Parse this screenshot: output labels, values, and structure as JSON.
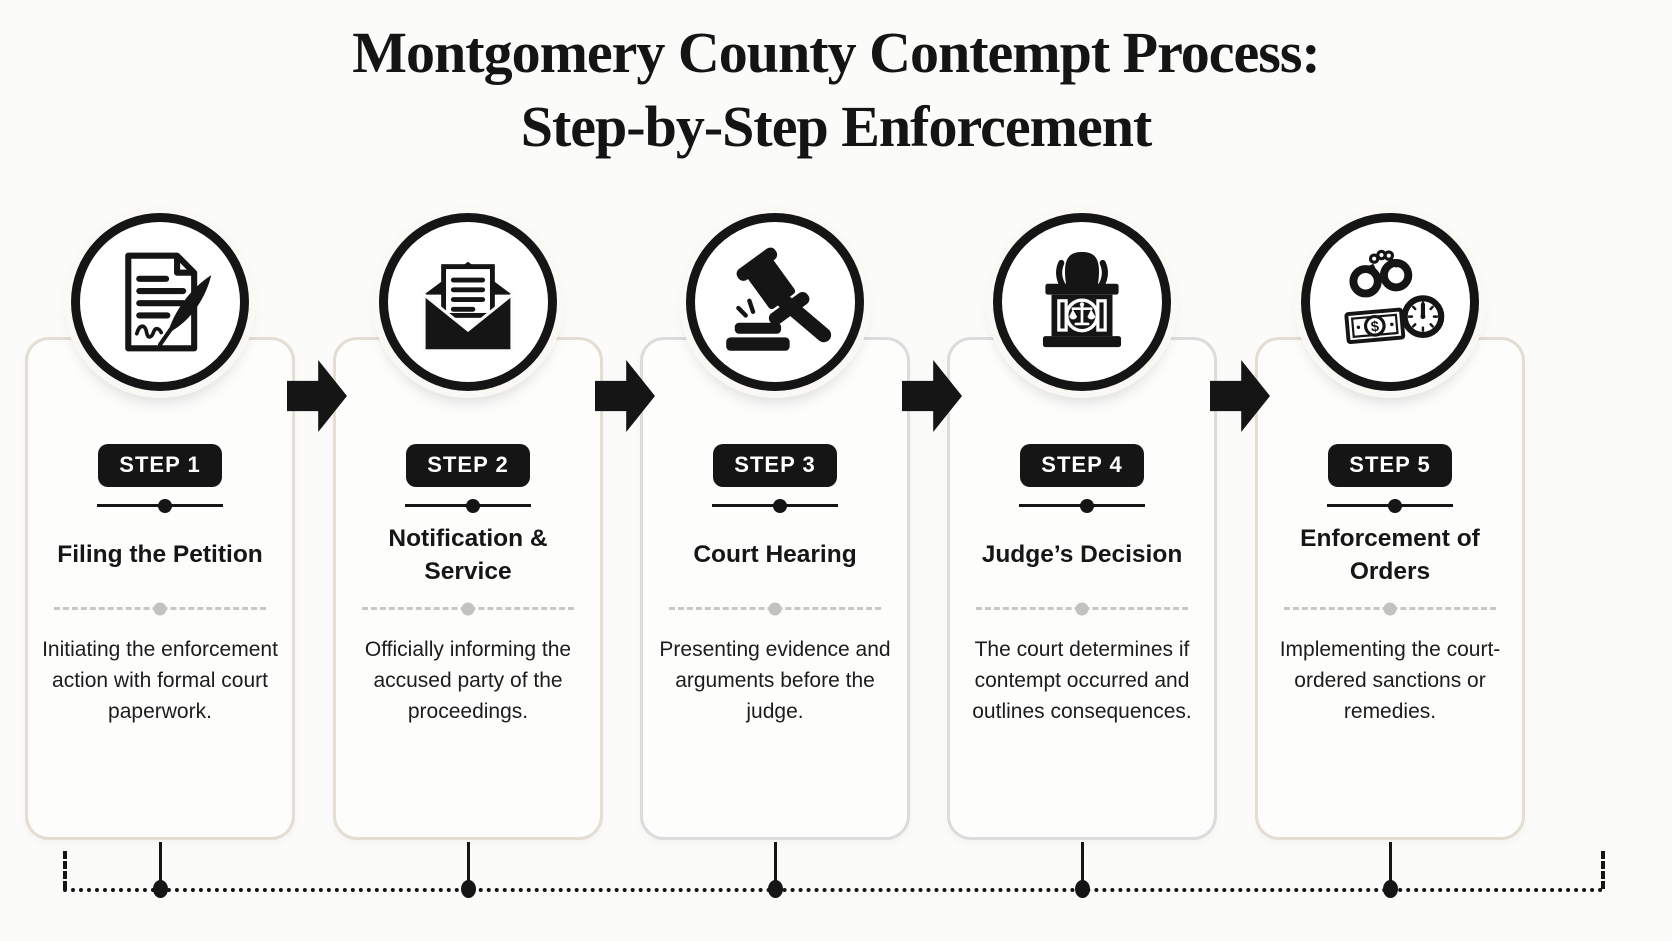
{
  "title": {
    "line1": "Montgomery County Contempt Process:",
    "line2": "Step-by-Step Enforcement"
  },
  "steps": [
    {
      "badge": "STEP 1",
      "title": "Filing the Petition",
      "description": "Initiating the enforcement action with formal court paperwork.",
      "icon": "petition-document-quill-icon"
    },
    {
      "badge": "STEP 2",
      "title": "Notification & Service",
      "description": "Officially informing the accused party of the proceedings.",
      "icon": "envelope-letter-icon"
    },
    {
      "badge": "STEP 3",
      "title": "Court Hearing",
      "description": "Presenting evidence and arguments before the judge.",
      "icon": "gavel-icon"
    },
    {
      "badge": "STEP 4",
      "title": "Judge’s Decision",
      "description": "The court determines if contempt occurred and outlines consequences.",
      "icon": "judge-bench-scales-icon"
    },
    {
      "badge": "STEP 5",
      "title": "Enforcement of Orders",
      "description": "Implementing the court-ordered sanctions or remedies.",
      "icon": "handcuffs-money-clock-icon"
    }
  ],
  "colors": {
    "ink": "#151515",
    "page-bg": "#fbfbf9",
    "card-bg": "#fdfdfc",
    "card-border-beige": "#e4ddd1",
    "card-border-gray": "#dcdcdc",
    "divider-gray": "#c9c7c4"
  }
}
